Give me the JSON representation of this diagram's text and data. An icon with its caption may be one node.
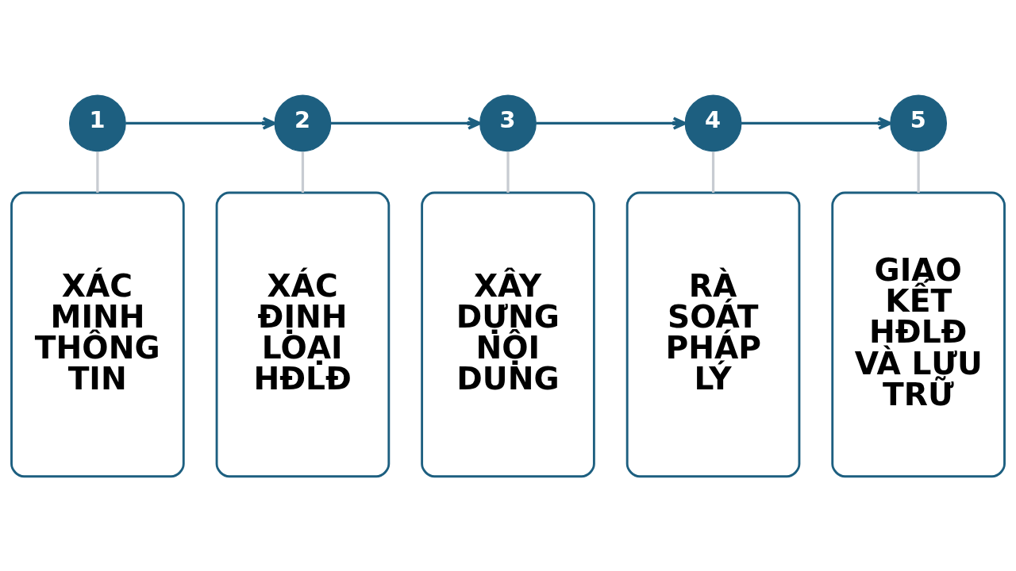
{
  "diagram": {
    "nodes": [
      {
        "text": [
          "1"
        ]
      },
      {
        "text": [
          "2"
        ]
      },
      {
        "text": [
          "3"
        ]
      },
      {
        "text": [
          "4"
        ]
      },
      {
        "text": [
          "5"
        ]
      },
      {
        "text": [
          "XÁC MINH THÔNG TIN"
        ]
      },
      {
        "text": [
          "XÁC ĐỊNH LOẠI HĐLĐ"
        ]
      },
      {
        "text": [
          "XÂY DỰNG NỘI DUNG"
        ]
      },
      {
        "text": [
          "RÀ SOÁT PHÁP LÝ"
        ]
      },
      {
        "text": [
          "GIAO KẾT HĐLĐ VÀ LƯU TRỮ"
        ]
      }
    ],
    "edges": [
      {
        "from": 0,
        "to": 1,
        "arrow": "to",
        "color": "#1d5f80"
      },
      {
        "from": 1,
        "to": 2,
        "arrow": "to",
        "color": "#1d5f80"
      },
      {
        "from": 2,
        "to": 3,
        "arrow": "to",
        "color": "#1d5f80"
      },
      {
        "from": 3,
        "to": 4,
        "arrow": "to",
        "color": "#1d5f80"
      },
      {
        "from": 0,
        "to": 5,
        "arrow": "none"
      },
      {
        "from": 1,
        "to": 6,
        "arrow": "none"
      },
      {
        "from": 2,
        "to": 7,
        "arrow": "none"
      },
      {
        "from": 3,
        "to": 8,
        "arrow": "none"
      },
      {
        "from": 4,
        "to": 9,
        "arrow": "none"
      }
    ]
  }
}
